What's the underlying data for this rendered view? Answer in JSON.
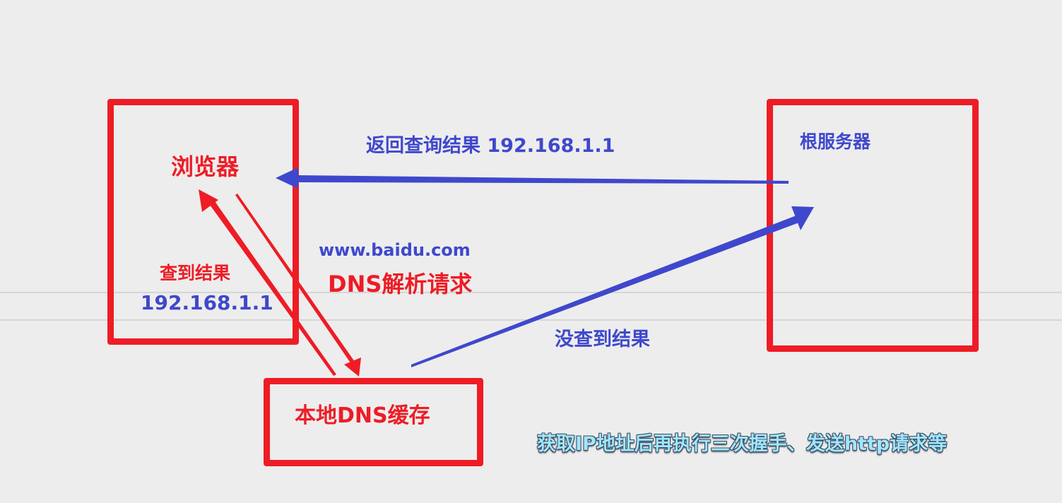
{
  "nodes": {
    "browser": "浏览器",
    "local_dns_cache": "本地DNS缓存",
    "root_server": "根服务器"
  },
  "labels": {
    "request_domain": "www.baidu.com",
    "request_type": "DNS解析请求",
    "found_result": "查到结果",
    "found_ip": "192.168.1.1",
    "not_found": "没查到结果",
    "return_result": "返回查询结果 192.168.1.1"
  },
  "footer_note": "获取IP地址后再执行三次握手、发送http请求等",
  "colors": {
    "red": "#ee1c25",
    "blue": "#3f48cc",
    "note_fill": "#9fe6ff",
    "background": "#ededed"
  }
}
